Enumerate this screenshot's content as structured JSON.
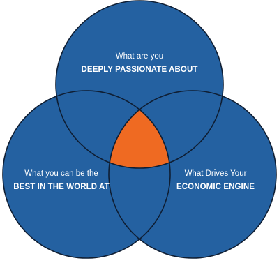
{
  "colors": {
    "circle_fill": "#2461a1",
    "outline": "#0f1e33",
    "center_fill": "#ef6a22",
    "text": "#ffffff",
    "background": "#ffffff"
  },
  "circles": {
    "top": {
      "line1": "What are you",
      "line2": "DEEPLY PASSIONATE ABOUT"
    },
    "left": {
      "line1": "What you can be the",
      "line2": "BEST IN THE WORLD AT"
    },
    "right": {
      "line1": "What Drives Your",
      "line2": "ECONOMIC ENGINE"
    }
  }
}
